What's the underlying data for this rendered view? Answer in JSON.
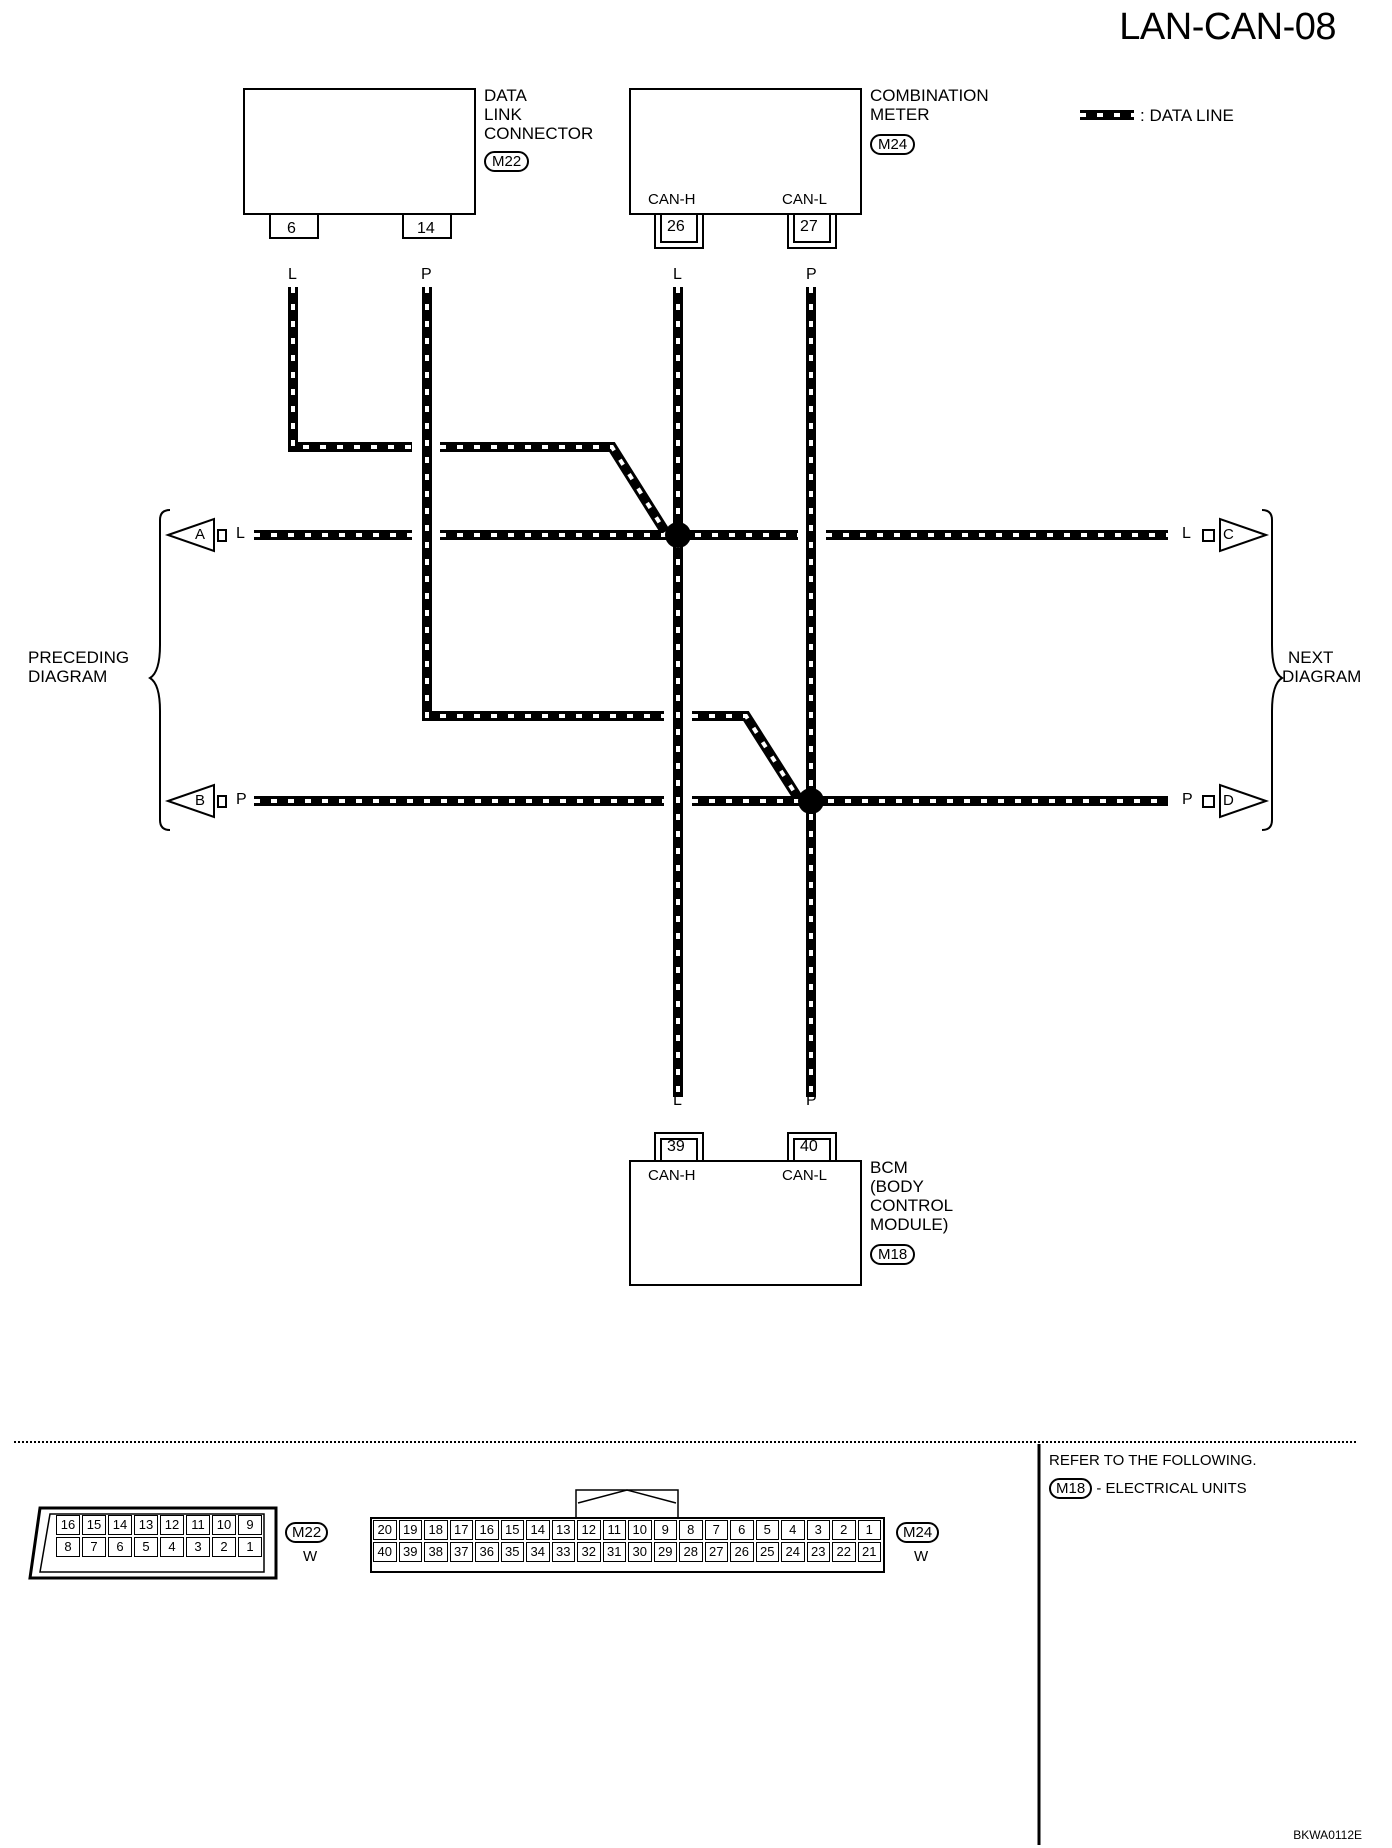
{
  "title": "LAN-CAN-08",
  "legend": {
    "label": ": DATA LINE"
  },
  "components": {
    "dlc": {
      "name_lines": [
        "DATA",
        "LINK",
        "CONNECTOR"
      ],
      "connector": "M22",
      "pins": [
        "6",
        "14"
      ]
    },
    "meter": {
      "name_lines": [
        "COMBINATION",
        "METER"
      ],
      "connector": "M24",
      "terminal_labels": [
        "CAN-H",
        "CAN-L"
      ],
      "pins": [
        "26",
        "27"
      ]
    },
    "bcm": {
      "name_lines": [
        "BCM",
        "(BODY",
        "CONTROL",
        "MODULE)"
      ],
      "connector": "M18",
      "terminal_labels": [
        "CAN-H",
        "CAN-L"
      ],
      "pins": [
        "39",
        "40"
      ]
    }
  },
  "wire_colors": {
    "l": "L",
    "p": "P"
  },
  "off_page": {
    "left": {
      "labels": [
        "A",
        "B"
      ],
      "text_lines": [
        "PRECEDING",
        "DIAGRAM"
      ]
    },
    "right": {
      "labels": [
        "C",
        "D"
      ],
      "text_lines": [
        "NEXT",
        "DIAGRAM"
      ]
    }
  },
  "connector_views": {
    "m22": {
      "id": "M22",
      "color": "W",
      "row_top": [
        "16",
        "15",
        "14",
        "13",
        "12",
        "11",
        "10",
        "9"
      ],
      "row_bottom": [
        "8",
        "7",
        "6",
        "5",
        "4",
        "3",
        "2",
        "1"
      ]
    },
    "m24": {
      "id": "M24",
      "color": "W",
      "row_top": [
        "20",
        "19",
        "18",
        "17",
        "16",
        "15",
        "14",
        "13",
        "12",
        "11",
        "10",
        "9",
        "8",
        "7",
        "6",
        "5",
        "4",
        "3",
        "2",
        "1"
      ],
      "row_bottom": [
        "40",
        "39",
        "38",
        "37",
        "36",
        "35",
        "34",
        "33",
        "32",
        "31",
        "30",
        "29",
        "28",
        "27",
        "26",
        "25",
        "24",
        "23",
        "22",
        "21"
      ]
    }
  },
  "refer": {
    "heading": "REFER TO THE FOLLOWING.",
    "connector": "M18",
    "text": "- ELECTRICAL UNITS"
  },
  "figure_code": "BKWA0112E"
}
